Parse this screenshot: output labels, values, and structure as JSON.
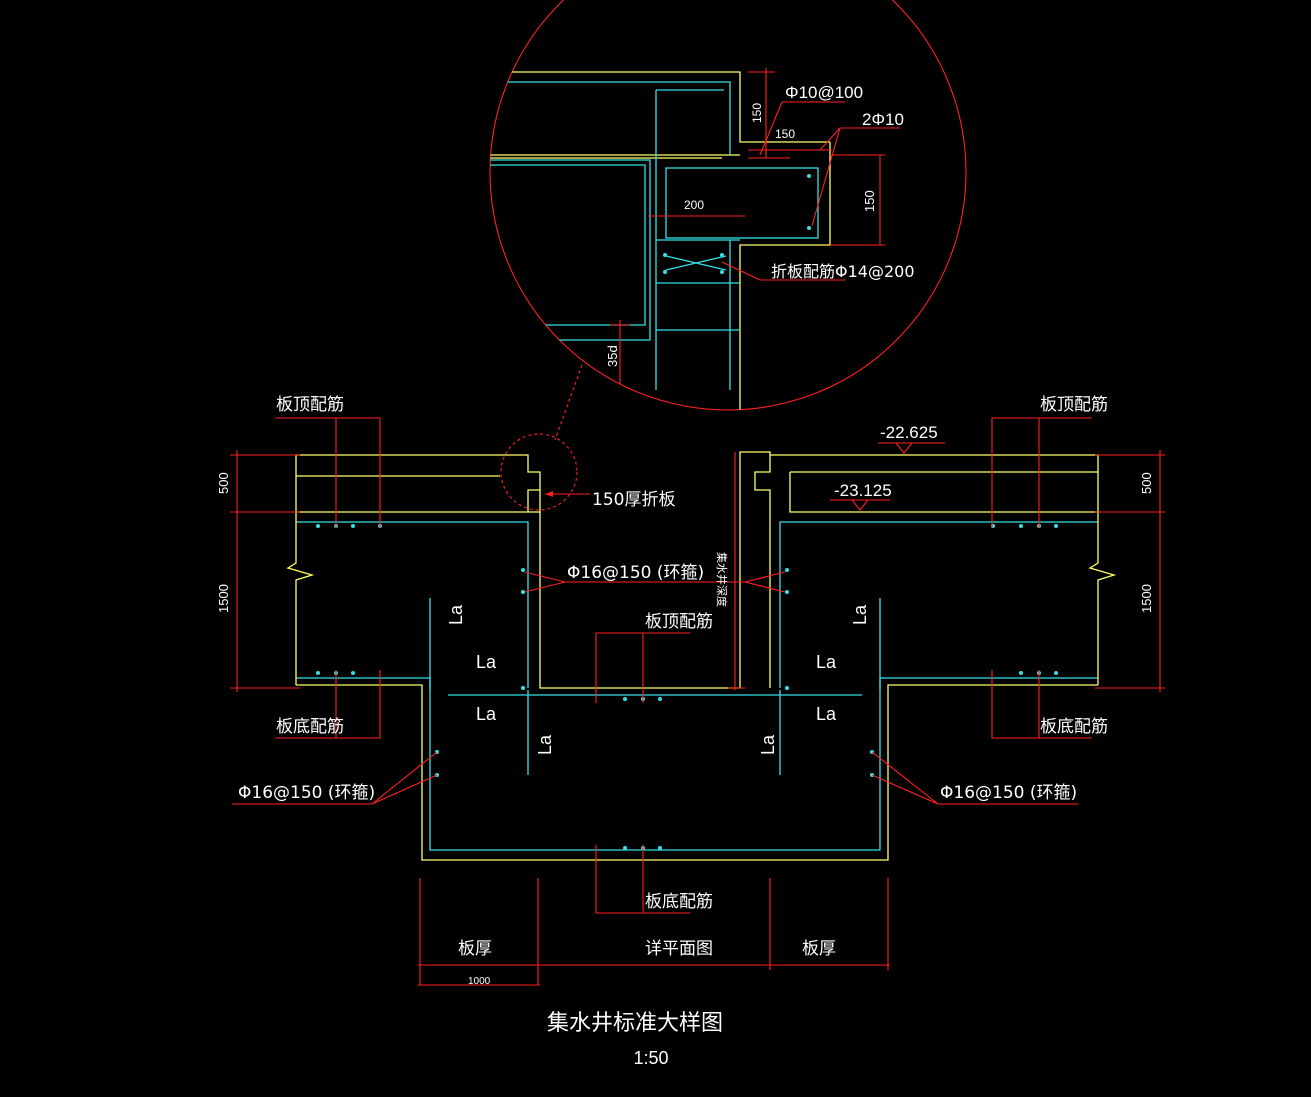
{
  "drawing": {
    "title": "集水井标准大样图",
    "scale": "1:50"
  },
  "labels": {
    "top_rebar_left": "板顶配筋",
    "top_rebar_right": "板顶配筋",
    "top_rebar_center": "板顶配筋",
    "bottom_rebar_left": "板底配筋",
    "bottom_rebar_right": "板底配筋",
    "bottom_rebar_center": "板底配筋",
    "hoop_upper": "Φ16@150 (环箍)",
    "hoop_lower_left": "Φ16@150 (环箍)",
    "hoop_lower_right": "Φ16@150 (环箍)",
    "folded_slab": "150厚折板",
    "pit_depth": "集水井深度",
    "slab_thick_left": "板厚",
    "slab_thick_right": "板厚",
    "see_plan": "详平面图",
    "dim_1000": "1000",
    "la": "La"
  },
  "dimensions": {
    "left_500": "500",
    "left_1500": "1500",
    "right_500": "500",
    "right_1500": "1500"
  },
  "elevations": {
    "top": "-22.625",
    "bottom": "-23.125"
  },
  "detail": {
    "stirrup": "Φ10@100",
    "bars": "2Φ10",
    "dim_150_v": "150",
    "dim_150_h": "150",
    "dim_150_right": "150",
    "dim_200": "200",
    "fold_rebar": "折板配筋Φ14@200",
    "anchor": "35d"
  },
  "colors": {
    "background": "#000000",
    "concrete_outline": "#ffff66",
    "rebar": "#33e0e6",
    "dimension": "#ff2020",
    "text": "#ffffff"
  }
}
